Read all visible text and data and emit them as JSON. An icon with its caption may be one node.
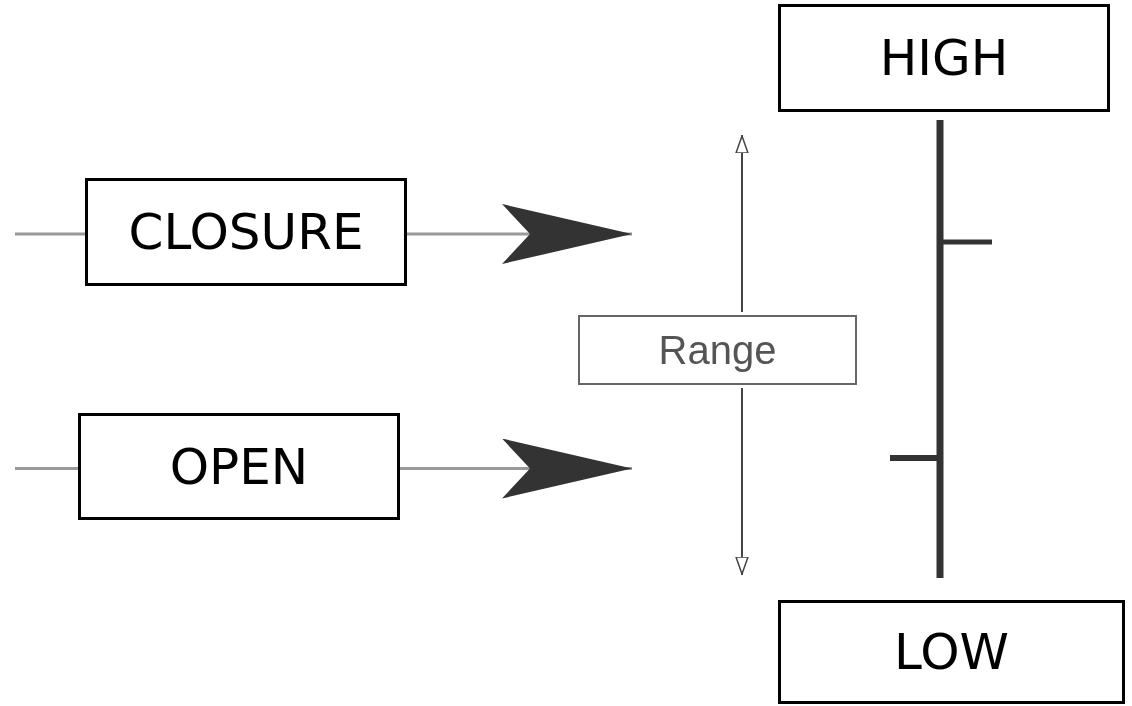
{
  "diagram": {
    "nodes": [
      {
        "text": [
          "HIGH"
        ]
      },
      {
        "text": [
          "CLOSURE"
        ]
      },
      {
        "text": [
          "Range"
        ]
      },
      {
        "text": [
          "OPEN"
        ]
      },
      {
        "text": [
          "LOW"
        ]
      }
    ],
    "edges": [
      {
        "from": null,
        "to": 1,
        "arrow": "none"
      },
      {
        "from": 1,
        "to": null,
        "arrow": "to"
      },
      {
        "from": null,
        "to": 3,
        "arrow": "none"
      },
      {
        "from": 3,
        "to": null,
        "arrow": "to"
      }
    ]
  }
}
